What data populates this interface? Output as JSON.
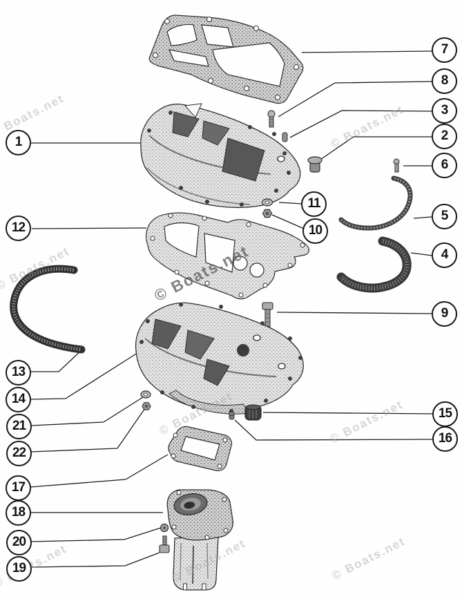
{
  "watermark": {
    "text": "© Boats.net",
    "partial": "©"
  },
  "callouts": {
    "c1": "1",
    "c2": "2",
    "c3": "3",
    "c4": "4",
    "c5": "5",
    "c6": "6",
    "c7": "7",
    "c8": "8",
    "c9": "9",
    "c10": "10",
    "c11": "11",
    "c12": "12",
    "c13": "13",
    "c14": "14",
    "c15": "15",
    "c16": "16",
    "c17": "17",
    "c18": "18",
    "c19": "19",
    "c20": "20",
    "c21": "21",
    "c22": "22"
  }
}
